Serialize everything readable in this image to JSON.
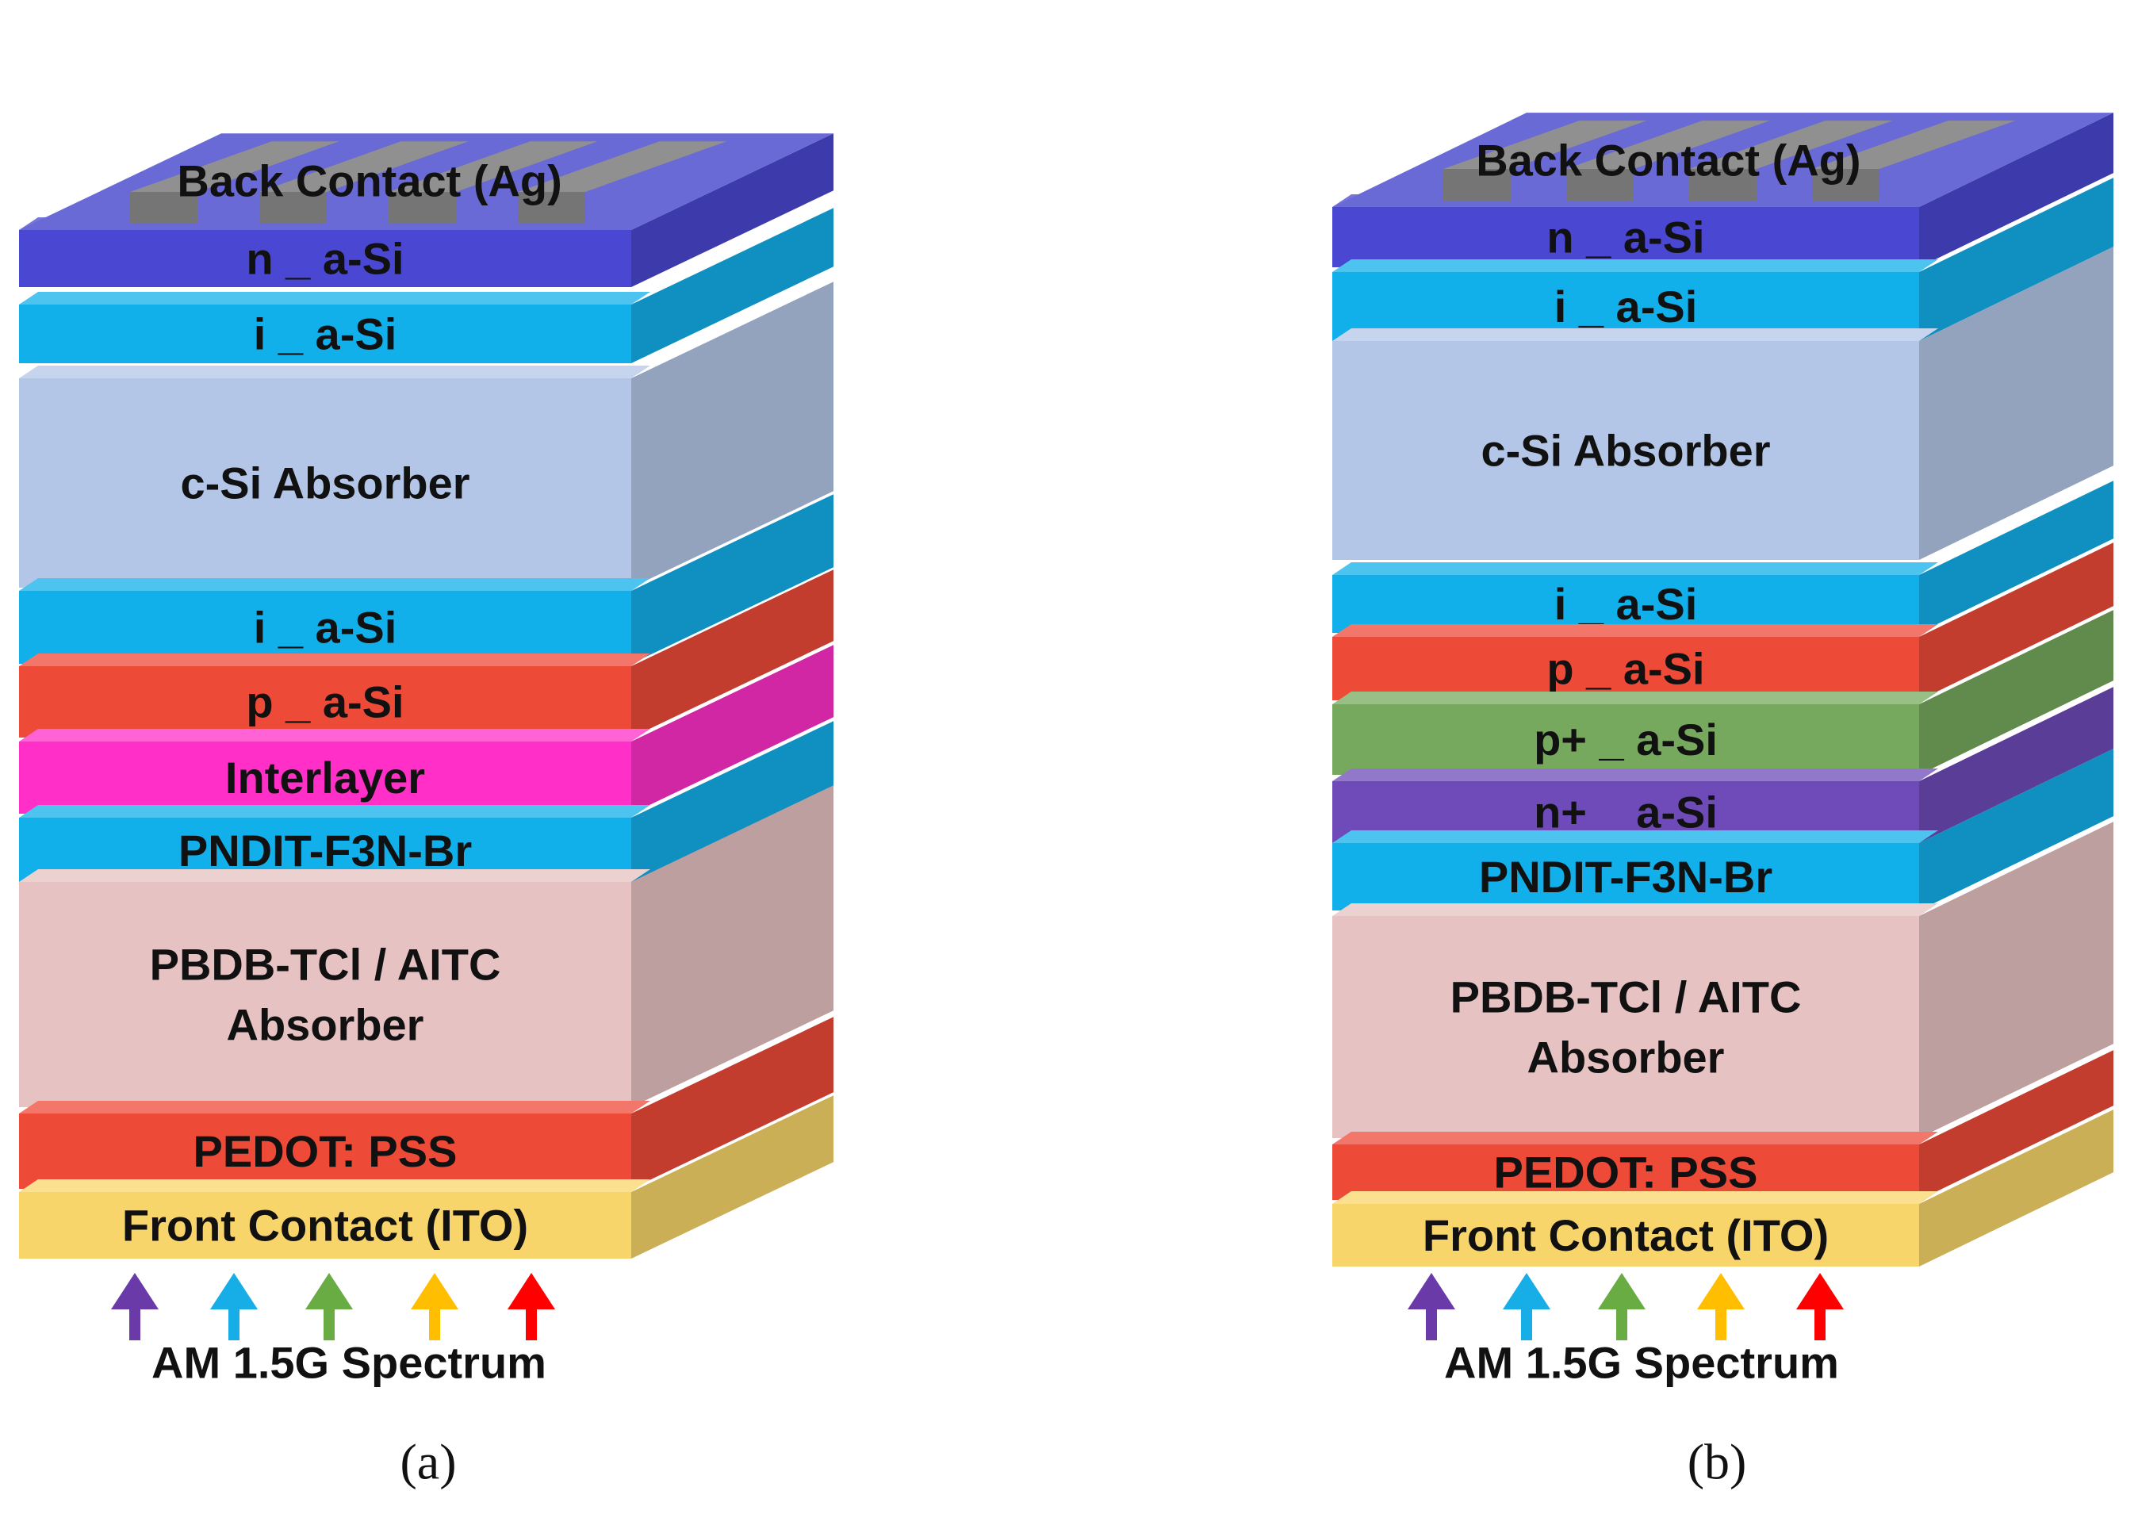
{
  "panels": [
    {
      "id": "a",
      "caption": "(a)",
      "spectrum_label": "AM 1.5G Spectrum",
      "layers": [
        {
          "label": "Front Contact (ITO)",
          "color": "#f8d56a"
        },
        {
          "label": "PEDOT: PSS",
          "color": "#ee4a38"
        },
        {
          "label": [
            "PBDB-TCl / AITC",
            "Absorber"
          ],
          "color": "#e6c2c2"
        },
        {
          "label": "PNDIT-F3N-Br",
          "color": "#12b0ea"
        },
        {
          "label": "Interlayer",
          "color": "#ff2fc8"
        },
        {
          "label": "p _ a-Si",
          "color": "#ee4a38"
        },
        {
          "label": "i _ a-Si",
          "color": "#12b0ea"
        },
        {
          "label": "c-Si Absorber",
          "color": "#b3c6e7"
        },
        {
          "label": "i _ a-Si",
          "color": "#12b0ea"
        },
        {
          "label": "n _ a-Si",
          "color": "#4a48d2"
        }
      ],
      "top_label": "Back Contact (Ag)",
      "top_color": "#6a6ad6"
    },
    {
      "id": "b",
      "caption": "(b)",
      "spectrum_label": "AM 1.5G Spectrum",
      "layers": [
        {
          "label": "Front Contact (ITO)",
          "color": "#f8d56a"
        },
        {
          "label": "PEDOT: PSS",
          "color": "#ee4a38"
        },
        {
          "label": [
            "PBDB-TCl / AITC",
            "Absorber"
          ],
          "color": "#e6c2c2"
        },
        {
          "label": "PNDIT-F3N-Br",
          "color": "#12b0ea"
        },
        {
          "label": "n+ _ a-Si",
          "color": "#6e4bb8"
        },
        {
          "label": "p+ _ a-Si",
          "color": "#76a95e"
        },
        {
          "label": "p _ a-Si",
          "color": "#ee4a38"
        },
        {
          "label": "i _ a-Si",
          "color": "#12b0ea"
        },
        {
          "label": "c-Si Absorber",
          "color": "#b3c6e7"
        },
        {
          "label": "i _ a-Si",
          "color": "#12b0ea"
        },
        {
          "label": "n _ a-Si",
          "color": "#4a48d2"
        }
      ],
      "top_label": "Back Contact (Ag)",
      "top_color": "#6a6ad6"
    }
  ],
  "arrow_colors": [
    "#6a3aa8",
    "#17aee8",
    "#6aac44",
    "#ffbf00",
    "#ff0000"
  ],
  "finger_color": "#8a8a8a"
}
